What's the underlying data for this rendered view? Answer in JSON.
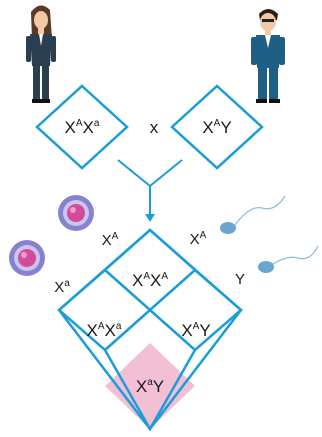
{
  "colors": {
    "diamond_stroke": "#1b9dd9",
    "arrow": "#1b9dd9",
    "highlight_fill": "#f2bfd5",
    "egg_outer": "#7a77c6",
    "egg_inner": "#d44a9c",
    "sperm": "#6aa6cf"
  },
  "parents": {
    "mother": {
      "icon": "woman-figure",
      "genotype": {
        "base1": "X",
        "sup1": "A",
        "base2": "X",
        "sup2": "a"
      }
    },
    "cross_symbol": "x",
    "father": {
      "icon": "man-figure",
      "genotype": {
        "base1": "X",
        "sup1": "A",
        "base2": "Y"
      }
    }
  },
  "gametes": {
    "egg_1": {
      "icon": "egg-cell",
      "base": "X",
      "sup": "A"
    },
    "egg_2": {
      "icon": "egg-cell",
      "base": "X",
      "sup": "a"
    },
    "sperm_1": {
      "icon": "sperm-cell",
      "base": "X",
      "sup": "A"
    },
    "sperm_2": {
      "icon": "sperm-cell",
      "base": "Y"
    }
  },
  "offspring": {
    "top": {
      "base1": "X",
      "sup1": "A",
      "base2": "X",
      "sup2": "A"
    },
    "left": {
      "base1": "X",
      "sup1": "A",
      "base2": "X",
      "sup2": "a"
    },
    "right": {
      "base1": "X",
      "sup1": "A",
      "base2": "Y"
    },
    "bottom": {
      "base1": "X",
      "sup1": "a",
      "base2": "Y",
      "highlighted": true
    }
  }
}
